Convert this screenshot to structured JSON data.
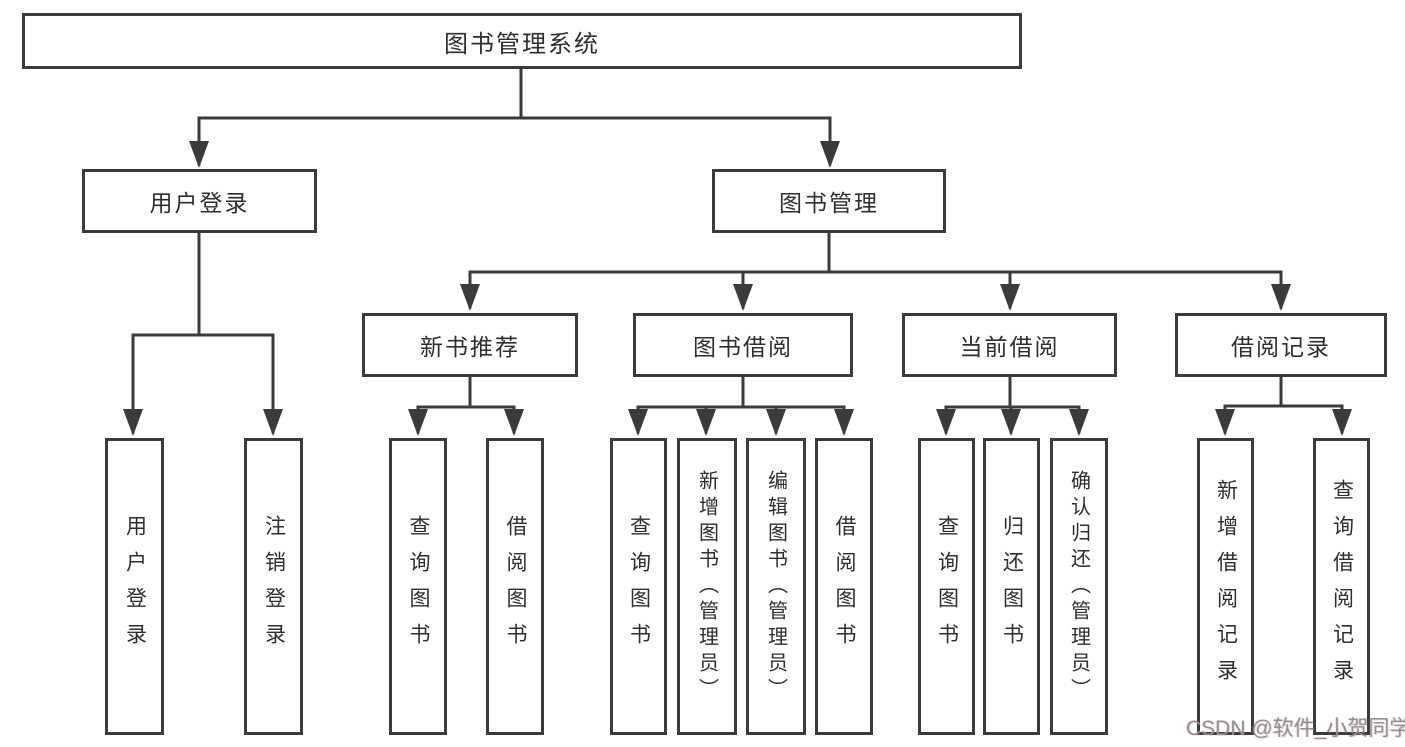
{
  "nodes": {
    "root": "图书管理系统",
    "login": "用户登录",
    "mgmt": "图书管理",
    "login_children": [
      "用户登录",
      "注销登录"
    ],
    "mgmt_children": [
      "新书推荐",
      "图书借阅",
      "当前借阅",
      "借阅记录"
    ],
    "recommend_children": [
      "查询图书",
      "借阅图书"
    ],
    "borrow_children": [
      "查询图书",
      "新增图书（管理员）",
      "编辑图书（管理员）",
      "借阅图书"
    ],
    "current_children": [
      "查询图书",
      "归还图书",
      "确认归还（管理员）"
    ],
    "record_children": [
      "新增借阅记录",
      "查询借阅记录"
    ]
  },
  "watermark": "CSDN @软件_小贺同学",
  "colors": {
    "line": "#3b3b3d",
    "text": "#2e2e33",
    "watermark": "#919191",
    "background": "#ffffff"
  }
}
